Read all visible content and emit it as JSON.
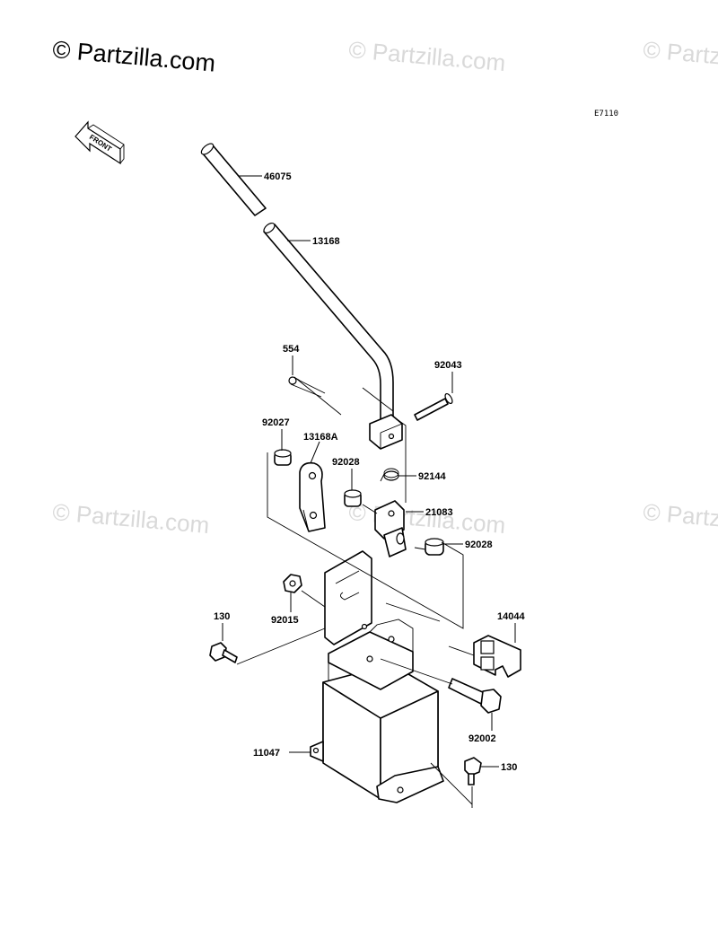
{
  "watermark": {
    "main": "© Partzilla.com",
    "faded": "© Partzilla.com"
  },
  "diagram_code": "E7110",
  "front_arrow_label": "FRONT",
  "callouts": {
    "c46075": "46075",
    "c13168": "13168",
    "c554": "554",
    "c92043": "92043",
    "c92027": "92027",
    "c13168a": "13168A",
    "c92028a": "92028",
    "c92144": "92144",
    "c21083": "21083",
    "c92028b": "92028",
    "c92015": "92015",
    "c130a": "130",
    "c14044": "14044",
    "c92002": "92002",
    "c11047": "11047",
    "c130b": "130"
  }
}
